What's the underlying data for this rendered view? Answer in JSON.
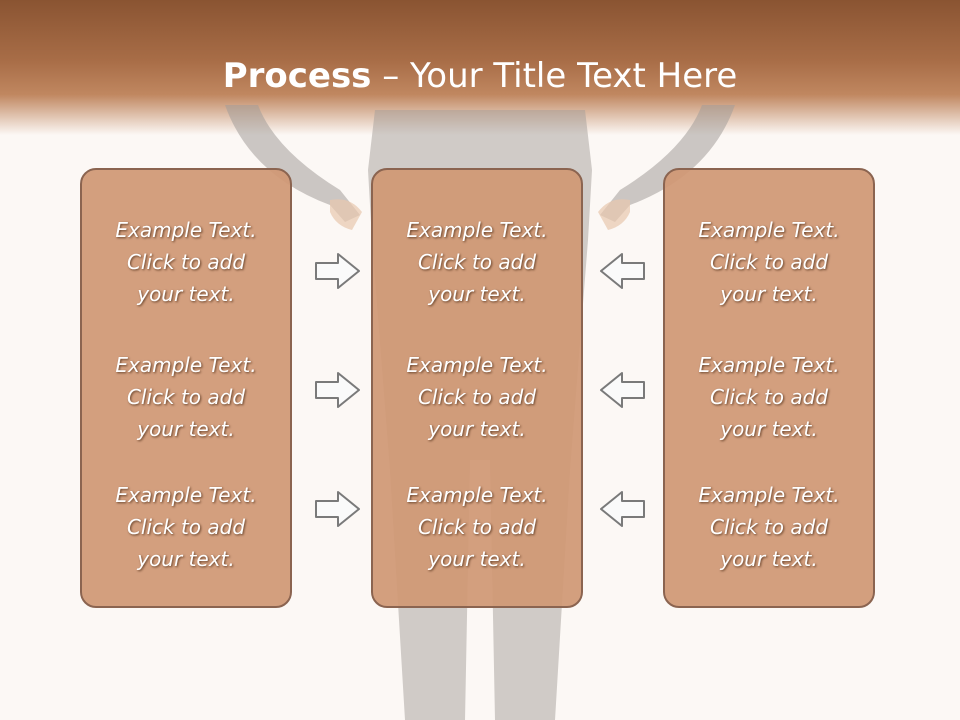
{
  "title": {
    "bold": "Process",
    "rest": " – Your Title Text Here"
  },
  "columns": [
    {
      "cells": [
        {
          "line1": "Example Text.",
          "line2": "Click  to add",
          "line3": "your text."
        },
        {
          "line1": "Example Text.",
          "line2": "Click  to add",
          "line3": "your text."
        },
        {
          "line1": "Example Text.",
          "line2": "Click  to add",
          "line3": "your text."
        }
      ]
    },
    {
      "cells": [
        {
          "line1": "Example Text.",
          "line2": "Click  to add",
          "line3": "your text."
        },
        {
          "line1": "Example Text.",
          "line2": "Click  to add",
          "line3": "your text."
        },
        {
          "line1": "Example Text.",
          "line2": "Click  to add",
          "line3": "your text."
        }
      ]
    },
    {
      "cells": [
        {
          "line1": "Example Text.",
          "line2": "Click  to add",
          "line3": "your text."
        },
        {
          "line1": "Example Text.",
          "line2": "Click  to add",
          "line3": "your text."
        },
        {
          "line1": "Example Text.",
          "line2": "Click  to add",
          "line3": "your text."
        }
      ]
    }
  ],
  "arrows": {
    "left": [
      "right-arrow-icon",
      "right-arrow-icon",
      "right-arrow-icon"
    ],
    "right": [
      "left-arrow-icon",
      "left-arrow-icon",
      "left-arrow-icon"
    ]
  },
  "colors": {
    "header": "#8a5432",
    "panel_fill": "#d09874",
    "panel_border": "#8b6450",
    "arrow_stroke": "#7a7a7a"
  }
}
